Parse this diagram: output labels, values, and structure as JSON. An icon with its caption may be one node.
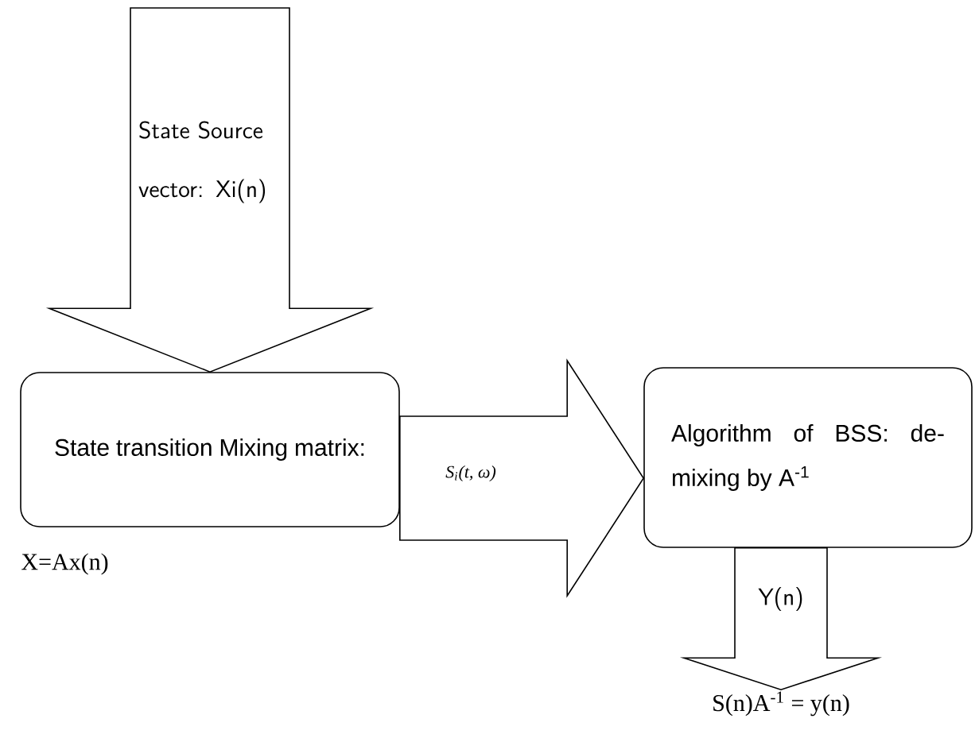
{
  "diagram": {
    "nodes": [
      {
        "text": [
          "State transition Mixing matrix:"
        ],
        "beside": [
          "X=Ax(n)"
        ]
      },
      {
        "text": [
          "Algorithm of BSS: de-mixing by A$^{-1}$"
        ]
      },
      {
        "text": [
          "S(n)A$^{-1}$ = y(n)"
        ]
      }
    ],
    "edges": [
      {
        "from": null,
        "to": 0,
        "arrow": "to",
        "label": "State Source vector: Xi(n)"
      },
      {
        "from": 0,
        "to": 1,
        "arrow": "to",
        "label": "S$_{i}$(t, ω)"
      },
      {
        "from": 1,
        "to": 2,
        "arrow": "to",
        "label": "Y(n)"
      }
    ]
  }
}
